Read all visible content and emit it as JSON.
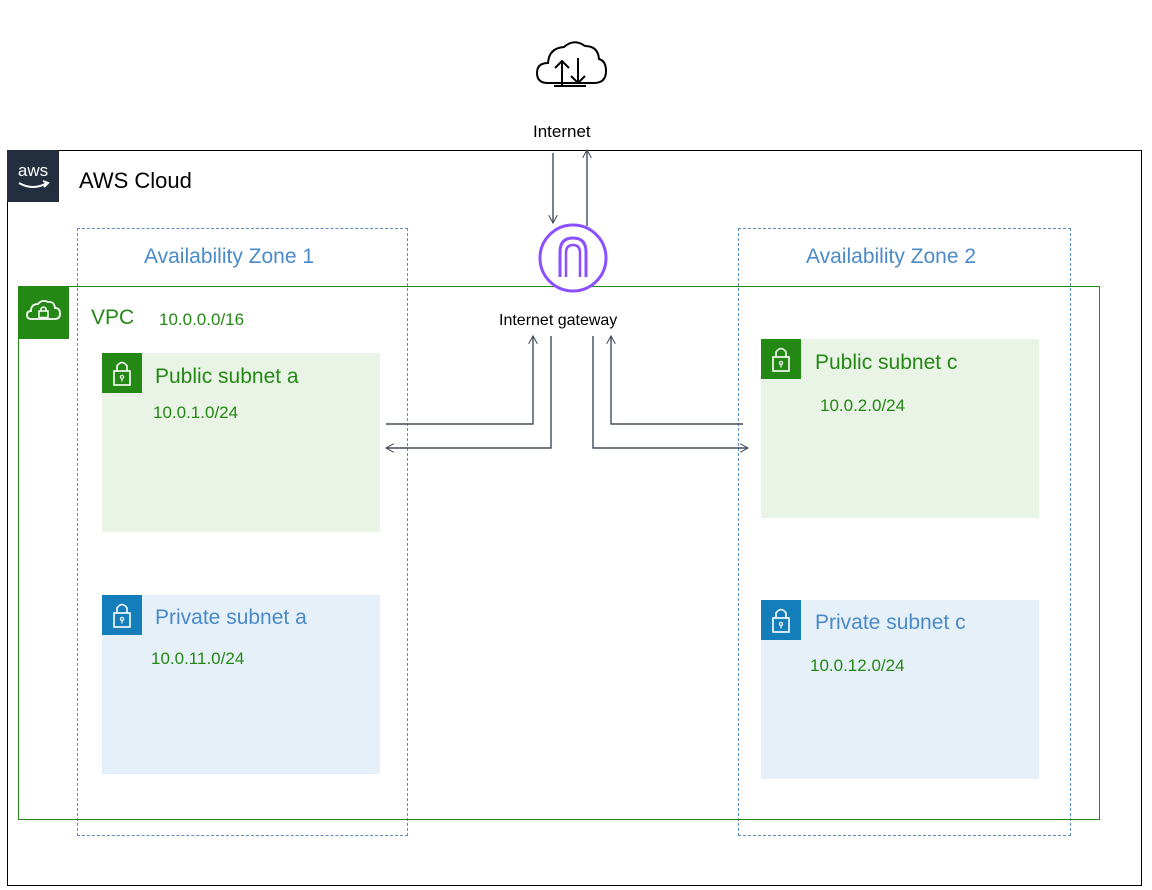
{
  "internet": {
    "label": "Internet",
    "icon": "internet-cloud-icon"
  },
  "aws_cloud": {
    "logo_text": "aws",
    "title": "AWS Cloud"
  },
  "availability_zones": [
    {
      "label": "Availability Zone 1"
    },
    {
      "label": "Availability Zone 2"
    }
  ],
  "vpc": {
    "label": "VPC",
    "cidr": "10.0.0.0/16",
    "icon": "vpc-cloud-lock-icon"
  },
  "internet_gateway": {
    "label": "Internet gateway",
    "icon": "internet-gateway-icon"
  },
  "subnets": {
    "public_a": {
      "title": "Public subnet a",
      "cidr": "10.0.1.0/24"
    },
    "public_c": {
      "title": "Public subnet c",
      "cidr": "10.0.2.0/24"
    },
    "private_a": {
      "title": "Private subnet a",
      "cidr": "10.0.11.0/24"
    },
    "private_c": {
      "title": "Private subnet c",
      "cidr": "10.0.12.0/24"
    }
  },
  "colors": {
    "vpc_green": "#248814",
    "public_subnet_bg": "#e9f3e6",
    "private_subnet_bg": "#e6f0f8",
    "private_blue": "#147eba",
    "az_blue": "#4a8ac9",
    "gateway_purple": "#8c4fff",
    "arrow_gray": "#414d5c",
    "aws_dark": "#232f3e"
  }
}
